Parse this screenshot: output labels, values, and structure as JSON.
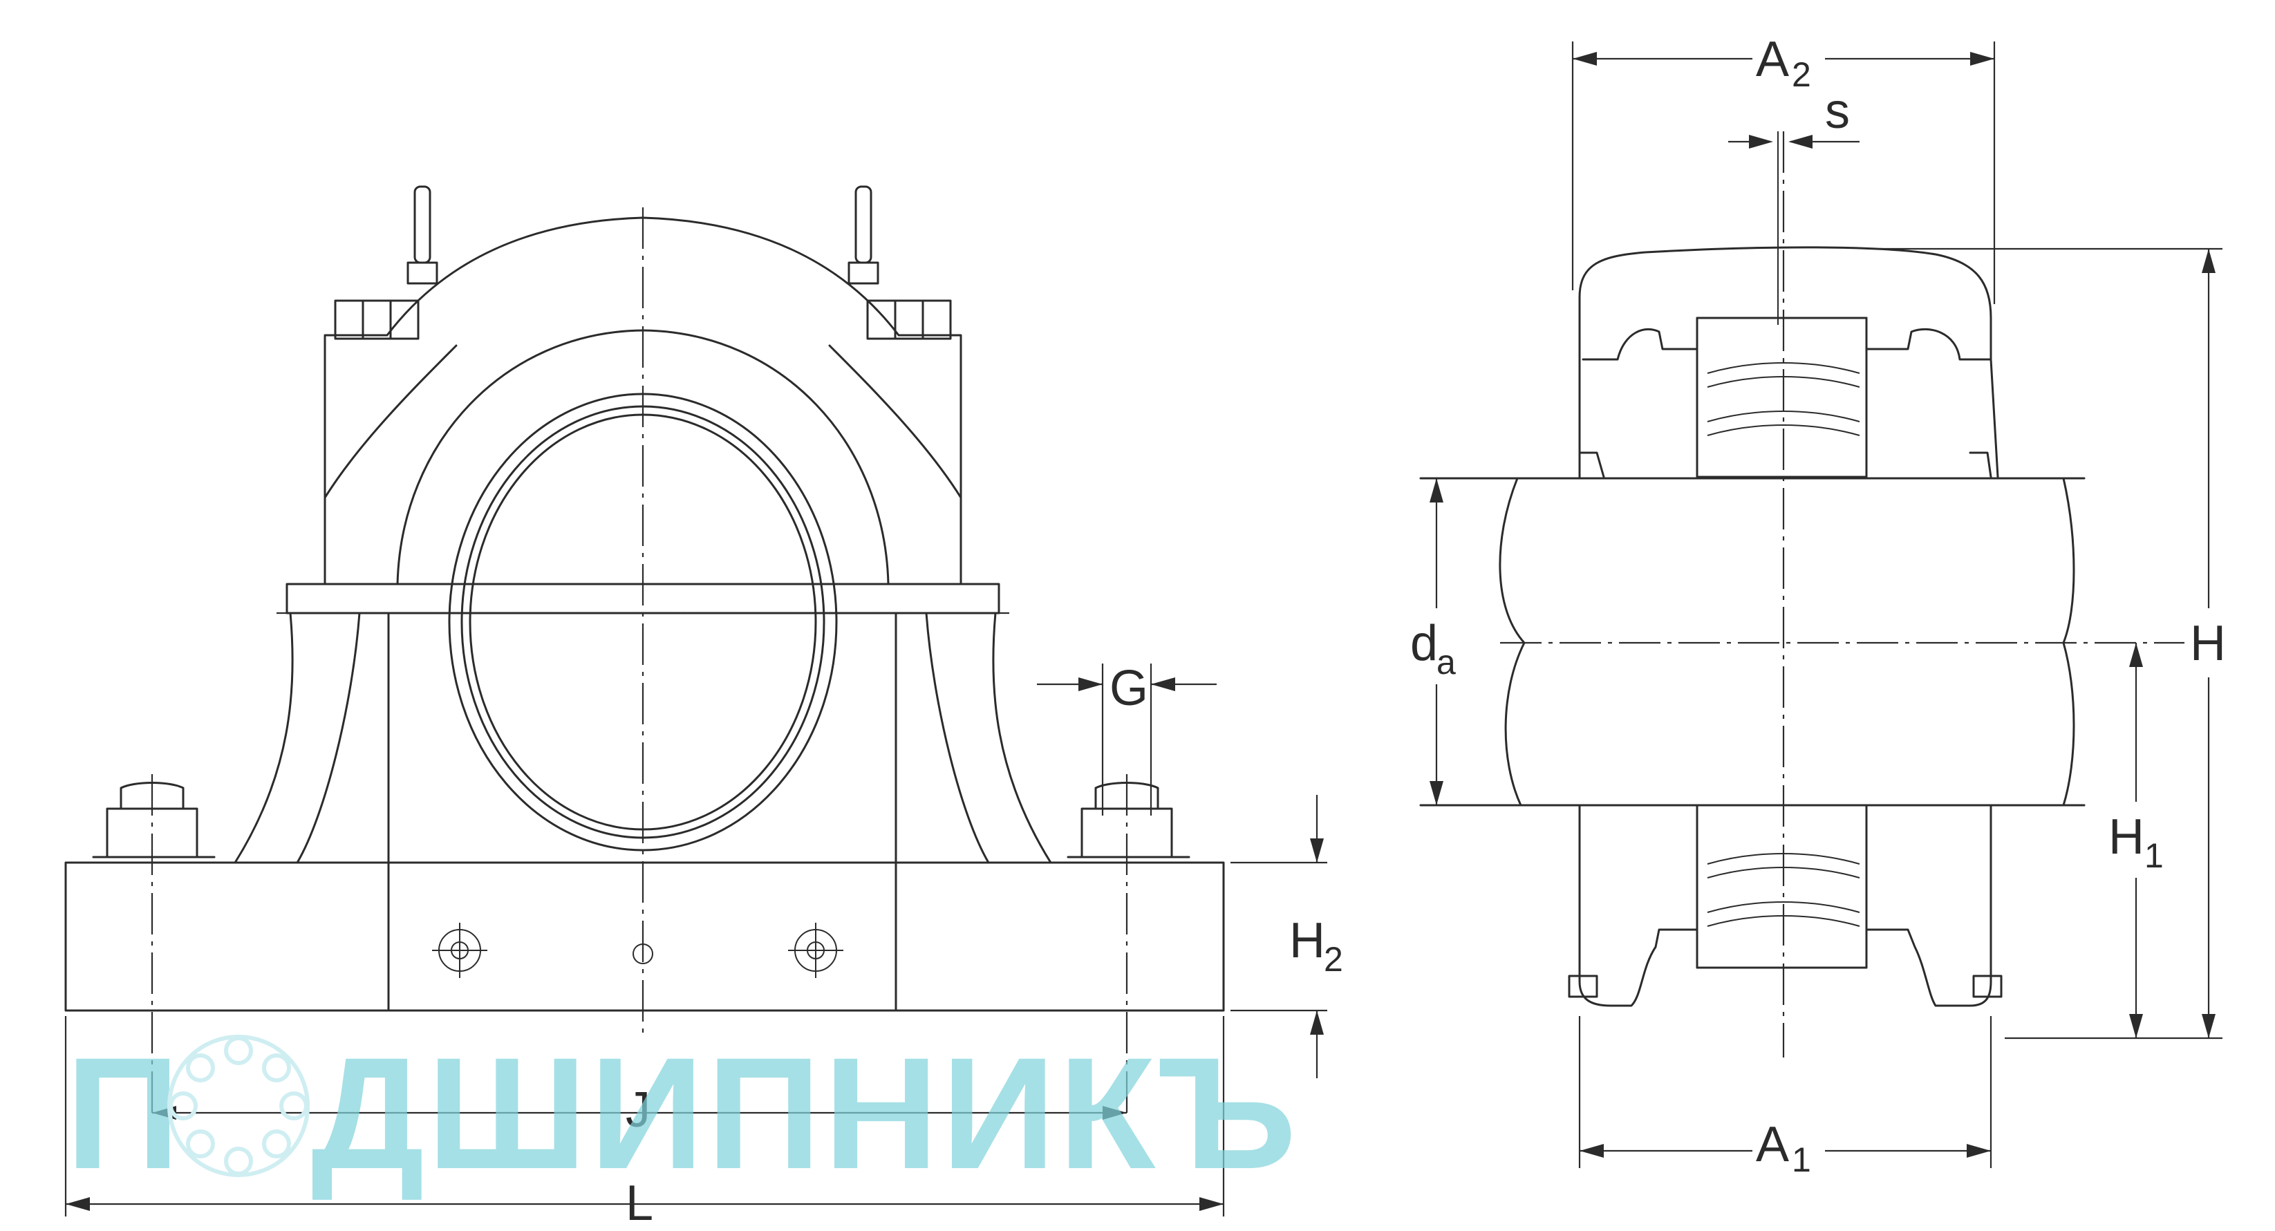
{
  "watermark": {
    "text_left": "П",
    "text_right": "ДШИПНИКЪ",
    "color": "#7fd3dc"
  },
  "front_view": {
    "dimensions": {
      "G": "G",
      "H2": "H",
      "H2_sub": "2",
      "J": "J",
      "L": "L"
    }
  },
  "side_view": {
    "dimensions": {
      "A2": "A",
      "A2_sub": "2",
      "s": "s",
      "da": "d",
      "da_sub": "a",
      "H": "H",
      "H1": "H",
      "H1_sub": "1",
      "A1": "A",
      "A1_sub": "1"
    }
  }
}
